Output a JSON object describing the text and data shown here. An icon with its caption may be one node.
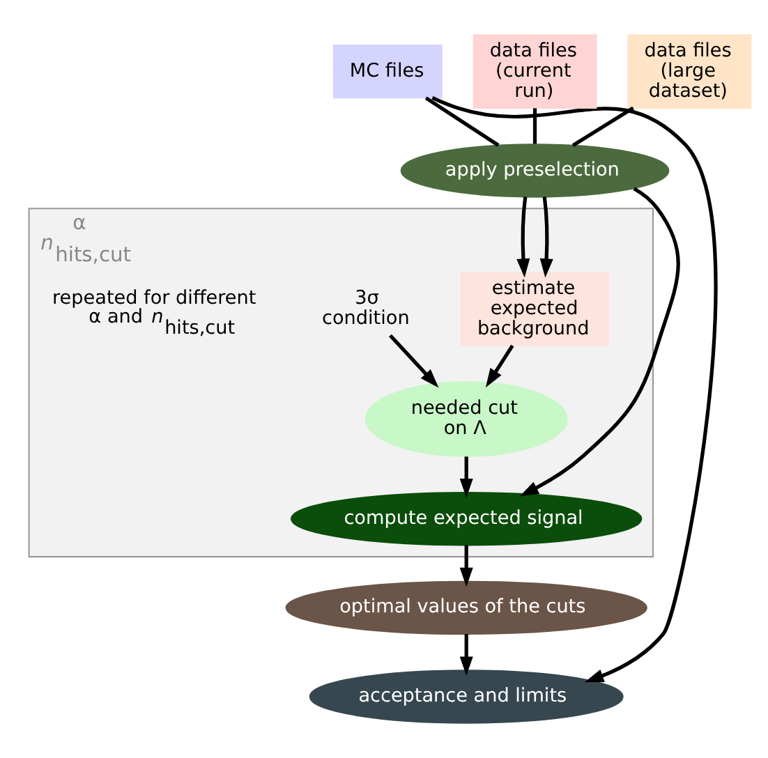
{
  "diagram": {
    "nodes": [
      {
        "text": [
          "MC files"
        ]
      },
      {
        "text": [
          "data files (current run)"
        ]
      },
      {
        "text": [
          "data files (large dataset)"
        ]
      },
      {
        "text": [
          "apply preselection"
        ]
      },
      {
        "text": [
          "α",
          "*n*$_{hits,cut}$"
        ],
        "beside": [
          "repeated for different α and *n*$_{hits,cut}$"
        ]
      },
      {
        "text": [
          "estimate expected background"
        ],
        "in": 4
      },
      {
        "text": [
          "3σ condition"
        ],
        "in": 4
      },
      {
        "text": [
          "needed cut on Λ"
        ],
        "in": 4
      },
      {
        "text": [
          "compute expected signal"
        ],
        "in": 4
      },
      {
        "text": [
          "optimal values of the cuts"
        ]
      },
      {
        "text": [
          "acceptance and limits"
        ]
      }
    ],
    "edges": [
      {
        "from": 0,
        "to": 3,
        "arrow": "none"
      },
      {
        "from": 1,
        "to": 3,
        "arrow": "none"
      },
      {
        "from": 2,
        "to": 3,
        "arrow": "none"
      },
      {
        "from": 3,
        "to": 5,
        "arrow": "to"
      },
      {
        "from": 3,
        "to": 5,
        "arrow": "to"
      },
      {
        "from": 3,
        "to": 8,
        "arrow": "to"
      },
      {
        "from": 5,
        "to": 7,
        "arrow": "to"
      },
      {
        "from": 6,
        "to": 7,
        "arrow": "to"
      },
      {
        "from": 7,
        "to": 8,
        "arrow": "to"
      },
      {
        "from": 8,
        "to": 9,
        "arrow": "to"
      },
      {
        "from": 9,
        "to": 10,
        "arrow": "to"
      },
      {
        "from": 0,
        "to": 10,
        "arrow": "to"
      }
    ]
  }
}
